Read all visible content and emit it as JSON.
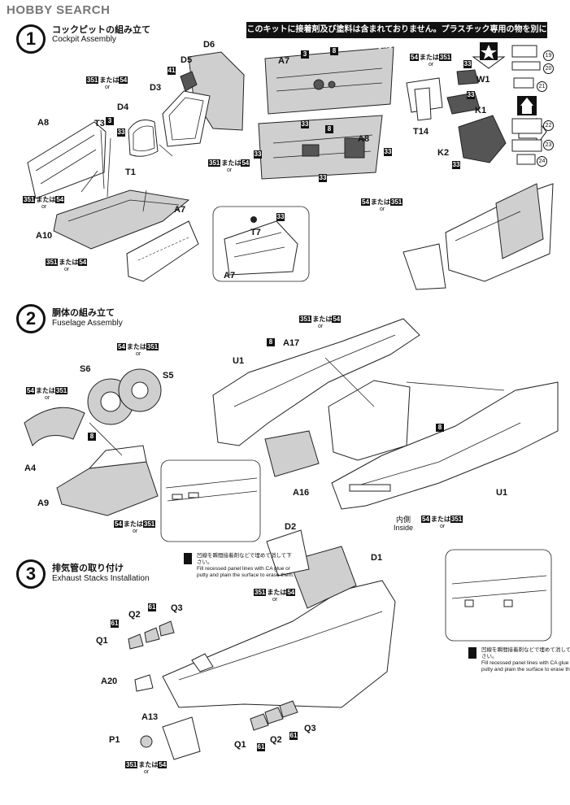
{
  "header": {
    "logo_text": "HOBBY SEARCH",
    "notice": "このキットに接着剤及び塗料は含まれておりません。プラスチック専用の物を別にお求め下さい。"
  },
  "steps": [
    {
      "number": "1",
      "title_jp": "コックピットの組み立て",
      "title_en": "Cockpit Assembly"
    },
    {
      "number": "2",
      "title_jp": "胴体の組み立て",
      "title_en": "Fuselage Assembly"
    },
    {
      "number": "3",
      "title_jp": "排気管の取り付け",
      "title_en": "Exhaust Stacks Installation"
    }
  ],
  "paint": {
    "c351": "351",
    "c54": "54",
    "mataha": "または",
    "or": "or",
    "c3": "3",
    "c8": "8",
    "c33": "33",
    "c41": "41",
    "c61": "61"
  },
  "decals": [
    "19",
    "20",
    "21",
    "22",
    "23",
    "24"
  ],
  "parts": {
    "D6": "D6",
    "D5": "D5",
    "D3": "D3",
    "D4": "D4",
    "A8": "A8",
    "T3": "T3",
    "T1": "T1",
    "A10": "A10",
    "A7": "A7",
    "T7": "T7",
    "W1": "W1",
    "K1": "K1",
    "K2": "K2",
    "T14": "T14",
    "A17": "A17",
    "U1": "U1",
    "S6": "S6",
    "S5": "S5",
    "A4": "A4",
    "A9": "A9",
    "A16": "A16",
    "D2": "D2",
    "D1": "D1",
    "Q1": "Q1",
    "Q2": "Q2",
    "Q3": "Q3",
    "A20": "A20",
    "A13": "A13",
    "P1": "P1"
  },
  "inside": {
    "jp": "内側",
    "en": "Inside"
  },
  "fill_note": {
    "jp": "凹線を瞬間接着剤などで埋めて消して下さい。",
    "en": "Fill recessed panel lines with CA glue or putty and plain the surface to erase them."
  }
}
